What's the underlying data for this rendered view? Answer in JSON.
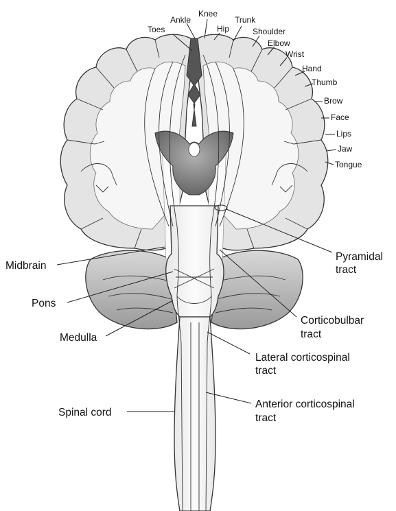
{
  "homunculus_labels": {
    "toes": "Toes",
    "ankle": "Ankle",
    "knee": "Knee",
    "hip": "Hip",
    "trunk": "Trunk",
    "shoulder": "Shoulder",
    "elbow": "Elbow",
    "wrist": "Wrist",
    "hand": "Hand",
    "thumb": "Thumb",
    "brow": "Brow",
    "face": "Face",
    "lips": "Lips",
    "jaw": "Jaw",
    "tongue": "Tongue"
  },
  "structure_labels": {
    "midbrain": "Midbrain",
    "pons": "Pons",
    "medulla": "Medulla",
    "spinal_cord": "Spinal cord"
  },
  "tract_labels": {
    "pyramidal": [
      "Pyramidal",
      "tract"
    ],
    "corticobulbar": [
      "Corticobulbar",
      "tract"
    ],
    "lateral_corticospinal": [
      "Lateral corticospinal",
      "tract"
    ],
    "anterior_corticospinal": [
      "Anterior corticospinal",
      "tract"
    ]
  },
  "colors": {
    "background": "#ffffff",
    "cortex_gray": "#e4e4e4",
    "white_matter": "#f5f5f5",
    "ventricle": "#8a8a8a",
    "cerebellum": "#cdcdcd",
    "stroke": "#333333"
  }
}
